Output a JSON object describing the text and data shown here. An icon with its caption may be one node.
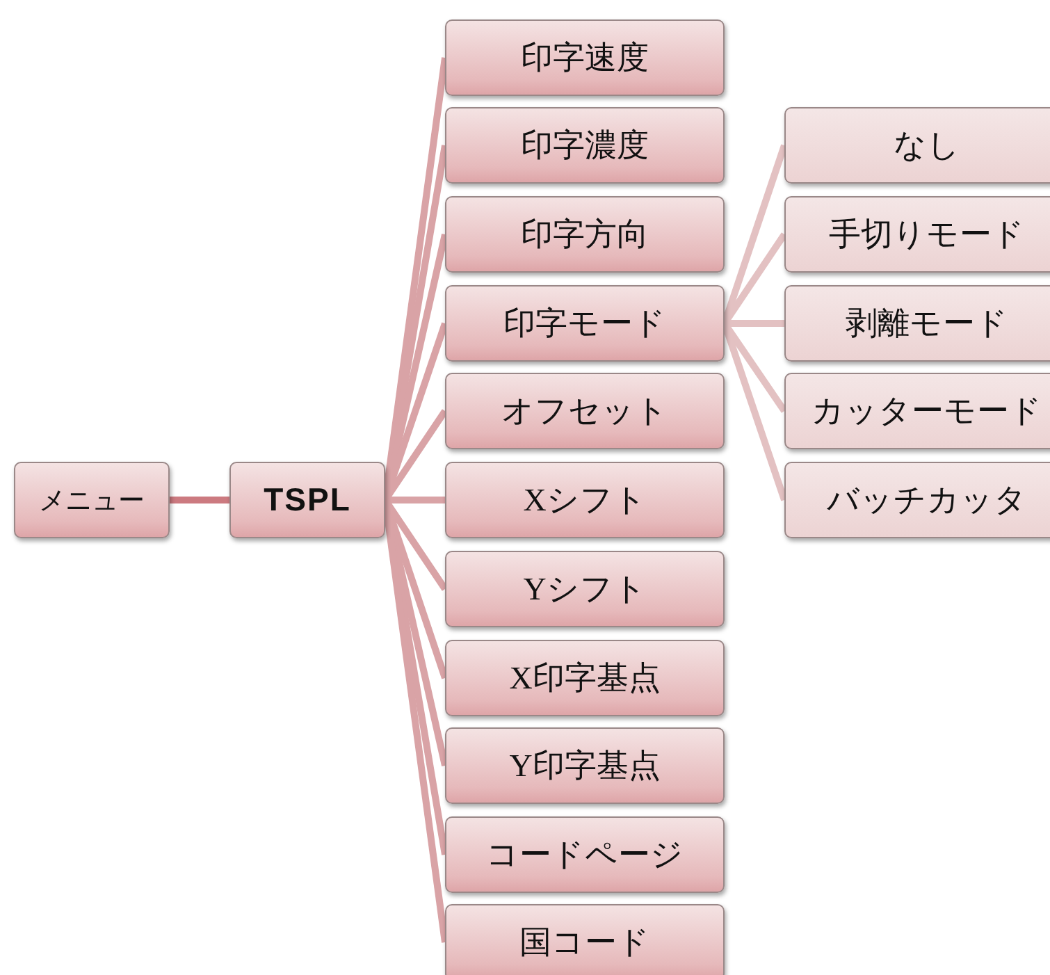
{
  "diagram": {
    "nodes": [
      {
        "text": [
          "メニュー"
        ]
      },
      {
        "text": [
          "TSPL"
        ]
      },
      {
        "text": [
          "印字速度"
        ]
      },
      {
        "text": [
          "印字濃度"
        ]
      },
      {
        "text": [
          "印字方向"
        ]
      },
      {
        "text": [
          "印字モード"
        ]
      },
      {
        "text": [
          "オフセット"
        ]
      },
      {
        "text": [
          "Xシフト"
        ]
      },
      {
        "text": [
          "Yシフト"
        ]
      },
      {
        "text": [
          "X印字基点"
        ]
      },
      {
        "text": [
          "Y印字基点"
        ]
      },
      {
        "text": [
          "コードページ"
        ]
      },
      {
        "text": [
          "国コード"
        ]
      },
      {
        "text": [
          "なし"
        ]
      },
      {
        "text": [
          "手切りモード"
        ]
      },
      {
        "text": [
          "剥離モード"
        ]
      },
      {
        "text": [
          "カッターモード"
        ]
      },
      {
        "text": [
          "バッチカッタ"
        ]
      }
    ],
    "edges": [
      {
        "from": 0,
        "to": 1,
        "arrow": "none",
        "color": "#cc7a80"
      },
      {
        "from": 1,
        "to": 2,
        "arrow": "none"
      },
      {
        "from": 1,
        "to": 3,
        "arrow": "none"
      },
      {
        "from": 1,
        "to": 4,
        "arrow": "none"
      },
      {
        "from": 1,
        "to": 5,
        "arrow": "none"
      },
      {
        "from": 1,
        "to": 6,
        "arrow": "none"
      },
      {
        "from": 1,
        "to": 7,
        "arrow": "none"
      },
      {
        "from": 1,
        "to": 8,
        "arrow": "none"
      },
      {
        "from": 1,
        "to": 9,
        "arrow": "none"
      },
      {
        "from": 1,
        "to": 10,
        "arrow": "none"
      },
      {
        "from": 1,
        "to": 11,
        "arrow": "none"
      },
      {
        "from": 1,
        "to": 12,
        "arrow": "none"
      },
      {
        "from": 5,
        "to": 13,
        "arrow": "none"
      },
      {
        "from": 5,
        "to": 14,
        "arrow": "none"
      },
      {
        "from": 5,
        "to": 15,
        "arrow": "none"
      },
      {
        "from": 5,
        "to": 16,
        "arrow": "none"
      },
      {
        "from": 5,
        "to": 17,
        "arrow": "none"
      }
    ]
  }
}
